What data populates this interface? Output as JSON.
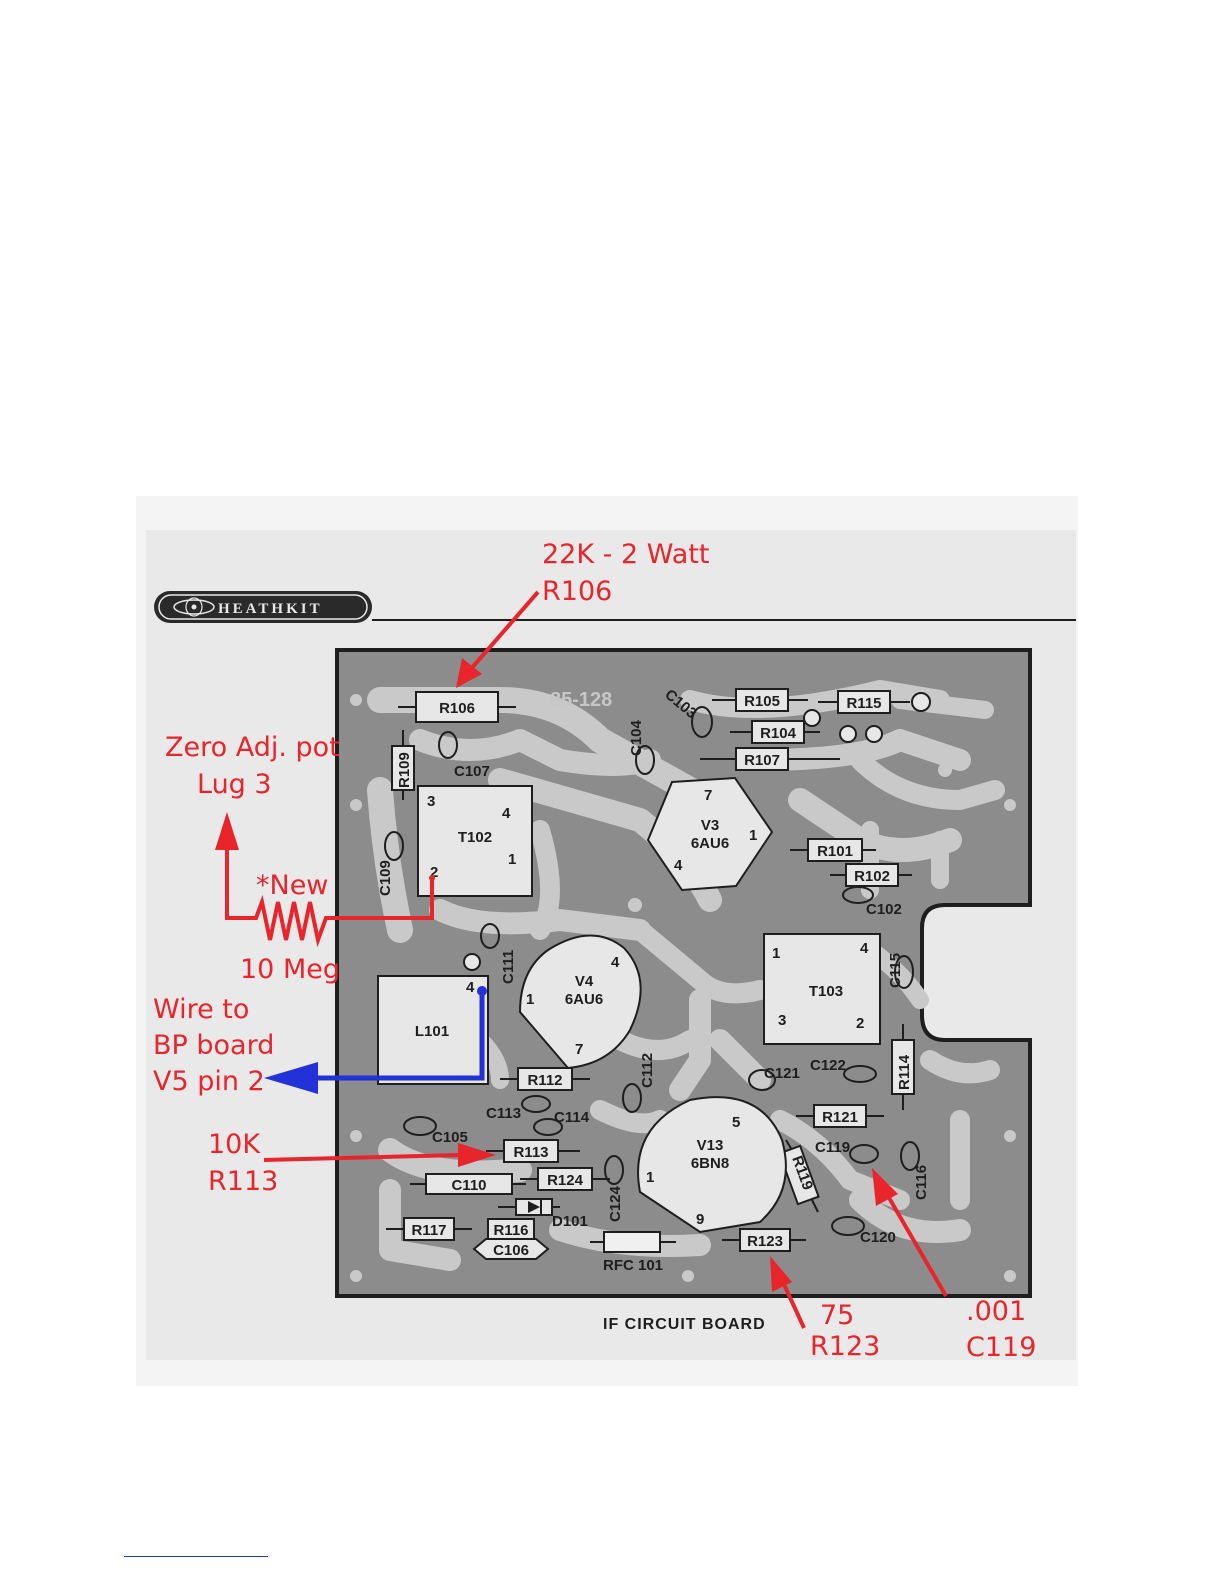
{
  "logo": {
    "brand": "HEATHKIT"
  },
  "board": {
    "part_number": "85-128",
    "caption": "IF CIRCUIT BOARD"
  },
  "components": {
    "resistors": [
      "R106",
      "R109",
      "R105",
      "R115",
      "R104",
      "R107",
      "R101",
      "R102",
      "R112",
      "R113",
      "R124",
      "R121",
      "R114",
      "R119",
      "R116",
      "R117",
      "R123"
    ],
    "capacitors": [
      "C107",
      "C109",
      "C103",
      "C104",
      "C102",
      "C111",
      "C115",
      "C112",
      "C113",
      "C114",
      "C121",
      "C122",
      "C105",
      "C119",
      "C116",
      "C110",
      "C124",
      "C106",
      "C120"
    ],
    "diodes": [
      "D101"
    ],
    "chokes": [
      "RFC 101"
    ],
    "transformers": [
      "T102",
      "T103"
    ],
    "coils": [
      "L101"
    ],
    "tubes": [
      {
        "ref": "V3",
        "type": "6AU6",
        "pins": [
          "7",
          "1",
          "4"
        ]
      },
      {
        "ref": "V4",
        "type": "6AU6",
        "pins": [
          "4",
          "1",
          "7",
          "4"
        ]
      },
      {
        "ref": "V13",
        "type": "6BN8",
        "pins": [
          "5",
          "1",
          "9"
        ]
      }
    ],
    "t102_pins": [
      "3",
      "4",
      "1",
      "2"
    ],
    "t103_pins": [
      "1",
      "4",
      "3",
      "2"
    ]
  },
  "annotations": {
    "r106": {
      "line1": "22K - 2 Watt",
      "line2": "R106"
    },
    "zero_adj": {
      "line1": "Zero Adj. pot",
      "line2": "Lug 3"
    },
    "new_resistor": {
      "line1": "*New",
      "line2": "10 Meg"
    },
    "wire": {
      "line1": "Wire to",
      "line2": "BP board",
      "line3": "V5 pin 2"
    },
    "r113": {
      "line1": "10K",
      "line2": "R113"
    },
    "r123": {
      "line1": "75",
      "line2": "R123"
    },
    "c119": {
      "line1": ".001",
      "line2": "C119"
    }
  },
  "colors": {
    "annotation_red": "#e8252b",
    "wire_blue": "#2232d8",
    "board_gray": "#8a8a8a",
    "trace_light": "#c9c9c9",
    "paper": "#e9e9e9"
  }
}
